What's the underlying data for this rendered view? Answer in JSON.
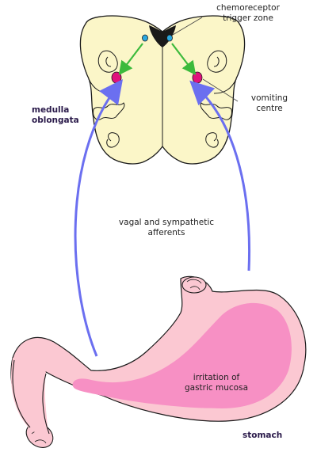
{
  "labels": {
    "chemoreceptor": "chemoreceptor\ntrigger zone",
    "vomiting": "vomiting\ncentre",
    "medulla": "medulla\noblongata",
    "afferents": "vagal and sympathetic\nafferents",
    "irritation": "irritation of\ngastric mucosa",
    "stomach": "stomach"
  },
  "colors": {
    "medulla_fill": "#fbf6c8",
    "outline": "#1a1a1a",
    "trigger_zone": "#1a1a1a",
    "chemoreceptor_dot": "#29a8e0",
    "vomiting_centre": "#e0127c",
    "green_arrow": "#3cba3c",
    "blue_arrow": "#6b6ff0",
    "stomach_outer": "#fbc8d2",
    "stomach_inner": "#f790c4"
  }
}
